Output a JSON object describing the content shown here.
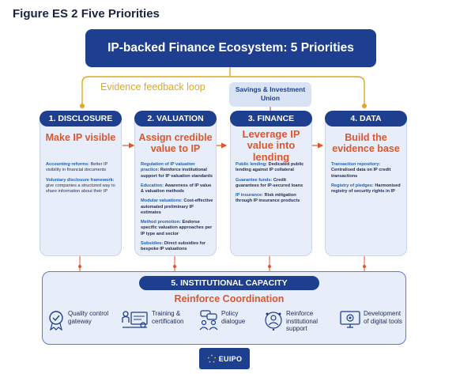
{
  "figure_title": "Figure ES 2 Five Priorities",
  "banner": "IP-backed Finance Ecosystem: 5 Priorities",
  "loop_label": "Evidence feedback loop",
  "savings_label": "Savings & Investment Union",
  "columns": [
    {
      "title": "1. DISCLOSURE",
      "subtitle": "Make IP visible",
      "items": [
        {
          "key": "Accounting reforms:",
          "text": "Better IP visibility in financial documents"
        },
        {
          "key": "Voluntary disclosure framework:",
          "text": "give companies a structured way to share information about their IP"
        }
      ]
    },
    {
      "title": "2. VALUATION",
      "subtitle": "Assign credible value to IP",
      "items": [
        {
          "key": "Regulation of IP valuation practice:",
          "text": "Reinforce institutional support for IP valuation standards"
        },
        {
          "key": "Education:",
          "text": "Awareness of IP value & valuation methods"
        },
        {
          "key": "Modular valuations:",
          "text": "Cost-effective automated preliminary IP estimates"
        },
        {
          "key": "Method promotion:",
          "text": "Endorse specific valuation approaches per IP type and sector"
        },
        {
          "key": "Subsidies:",
          "text": "Direct subsidies for bespoke IP valuations"
        }
      ]
    },
    {
      "title": "3. FINANCE",
      "subtitle": "Leverage IP value into lending",
      "items": [
        {
          "key": "Public lending:",
          "text": "Dedicated public lending against IP collateral"
        },
        {
          "key": "Guarantee funds:",
          "text": "Credit guarantees for IP-secured loans"
        },
        {
          "key": "IP insurance:",
          "text": "Risk mitigation through IP insurance products"
        }
      ]
    },
    {
      "title": "4. DATA",
      "subtitle": "Build the evidence base",
      "items": [
        {
          "key": "Transaction repository:",
          "text": "Centralised data on IP credit transactions"
        },
        {
          "key": "Registry of pledges:",
          "text": "Harmonised registry of security rights in IP"
        }
      ]
    }
  ],
  "institutional": {
    "title": "5. INSTITUTIONAL CAPACITY",
    "subtitle": "Reinforce Coordination",
    "capabilities": [
      {
        "label": "Quality control gateway",
        "icon": "quality-badge-icon"
      },
      {
        "label": "Training & certification",
        "icon": "training-certificate-icon"
      },
      {
        "label": "Policy dialogue",
        "icon": "policy-dialogue-icon"
      },
      {
        "label": "Reinforce institutional support",
        "icon": "institutional-support-icon"
      },
      {
        "label": "Development of digital tools",
        "icon": "digital-tools-icon"
      }
    ]
  },
  "logo_text": "EUIPO",
  "colors": {
    "navy": "#1e3f8f",
    "orange": "#e0552a",
    "gold": "#e0a825",
    "light_panel": "#e7eef9",
    "link_blue": "#1e5fb8"
  }
}
